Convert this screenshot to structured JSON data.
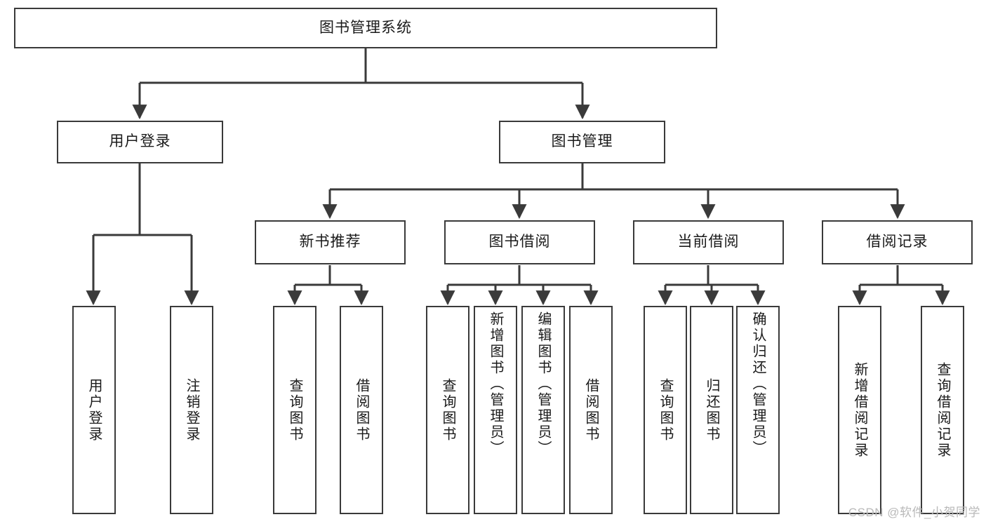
{
  "diagram": {
    "title": "图书管理系统",
    "type": "tree",
    "watermark": "CSDN @软件_小贺同学",
    "colors": {
      "box_border": "#3a3a3a",
      "connector": "#3a3a3a",
      "text": "#1a1a1a",
      "background": "#ffffff",
      "watermark": "#b9b9b9"
    },
    "nodes": {
      "root": {
        "label": "图书管理系统",
        "level": 0,
        "orientation": "horizontal"
      },
      "user_login": {
        "label": "用户登录",
        "level": 1,
        "orientation": "horizontal"
      },
      "book_manage": {
        "label": "图书管理",
        "level": 1,
        "orientation": "horizontal"
      },
      "new_book_rec": {
        "label": "新书推荐",
        "level": 2,
        "orientation": "horizontal"
      },
      "book_borrow": {
        "label": "图书借阅",
        "level": 2,
        "orientation": "horizontal"
      },
      "current_borrow": {
        "label": "当前借阅",
        "level": 2,
        "orientation": "horizontal"
      },
      "borrow_record": {
        "label": "借阅记录",
        "level": 2,
        "orientation": "horizontal"
      },
      "leaf_user_login": {
        "label": "用户登录",
        "level": 2,
        "orientation": "vertical"
      },
      "leaf_logout": {
        "label": "注销登录",
        "level": 2,
        "orientation": "vertical"
      },
      "leaf_query_book_1": {
        "label": "查询图书",
        "level": 3,
        "orientation": "vertical"
      },
      "leaf_borrow_book_1": {
        "label": "借阅图书",
        "level": 3,
        "orientation": "vertical"
      },
      "leaf_query_book_2": {
        "label": "查询图书",
        "level": 3,
        "orientation": "vertical"
      },
      "leaf_add_book": {
        "label": "新增图书（管理员）",
        "level": 3,
        "orientation": "vertical"
      },
      "leaf_edit_book": {
        "label": "编辑图书（管理员）",
        "level": 3,
        "orientation": "vertical"
      },
      "leaf_borrow_book_2": {
        "label": "借阅图书",
        "level": 3,
        "orientation": "vertical"
      },
      "leaf_query_book_3": {
        "label": "查询图书",
        "level": 3,
        "orientation": "vertical"
      },
      "leaf_return_book": {
        "label": "归还图书",
        "level": 3,
        "orientation": "vertical"
      },
      "leaf_confirm_return": {
        "label": "确认归还（管理员）",
        "level": 3,
        "orientation": "vertical"
      },
      "leaf_add_record": {
        "label": "新增借阅记录",
        "level": 3,
        "orientation": "vertical"
      },
      "leaf_query_record": {
        "label": "查询借阅记录",
        "level": 3,
        "orientation": "vertical"
      }
    },
    "edges": [
      {
        "from": "root",
        "to": "user_login"
      },
      {
        "from": "root",
        "to": "book_manage"
      },
      {
        "from": "user_login",
        "to": "leaf_user_login"
      },
      {
        "from": "user_login",
        "to": "leaf_logout"
      },
      {
        "from": "book_manage",
        "to": "new_book_rec"
      },
      {
        "from": "book_manage",
        "to": "book_borrow"
      },
      {
        "from": "book_manage",
        "to": "current_borrow"
      },
      {
        "from": "book_manage",
        "to": "borrow_record"
      },
      {
        "from": "new_book_rec",
        "to": "leaf_query_book_1"
      },
      {
        "from": "new_book_rec",
        "to": "leaf_borrow_book_1"
      },
      {
        "from": "book_borrow",
        "to": "leaf_query_book_2"
      },
      {
        "from": "book_borrow",
        "to": "leaf_add_book"
      },
      {
        "from": "book_borrow",
        "to": "leaf_edit_book"
      },
      {
        "from": "book_borrow",
        "to": "leaf_borrow_book_2"
      },
      {
        "from": "current_borrow",
        "to": "leaf_query_book_3"
      },
      {
        "from": "current_borrow",
        "to": "leaf_return_book"
      },
      {
        "from": "current_borrow",
        "to": "leaf_confirm_return"
      },
      {
        "from": "borrow_record",
        "to": "leaf_add_record"
      },
      {
        "from": "borrow_record",
        "to": "leaf_query_record"
      }
    ]
  }
}
